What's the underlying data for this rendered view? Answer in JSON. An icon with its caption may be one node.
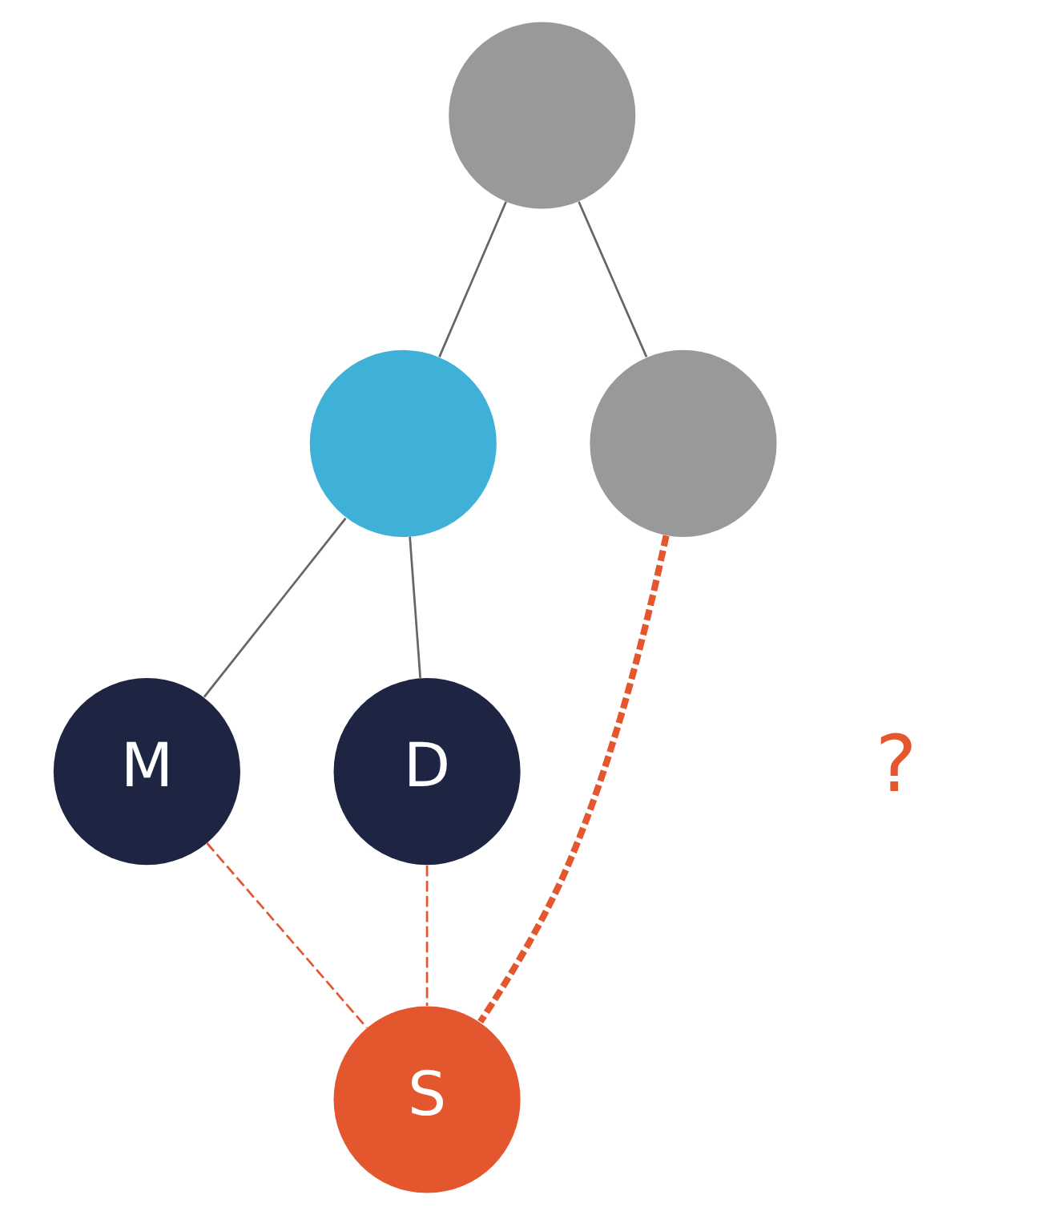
{
  "diagram": {
    "nodes": [
      {
        "text": [],
        "shape": "circle"
      },
      {
        "text": [],
        "shape": "circle"
      },
      {
        "text": [],
        "shape": "circle"
      },
      {
        "text": [
          "M"
        ]
      },
      {
        "text": [
          "D"
        ]
      },
      {
        "text": [
          "S"
        ]
      }
    ],
    "edges": [
      {
        "from": 0,
        "to": 1,
        "arrow": "none"
      },
      {
        "from": 0,
        "to": 2,
        "arrow": "none"
      },
      {
        "from": 1,
        "to": 3,
        "arrow": "none"
      },
      {
        "from": 1,
        "to": 4,
        "arrow": "none"
      },
      {
        "from": 3,
        "to": 5,
        "arrow": "none",
        "style": "dashed",
        "color": "#e4572e"
      },
      {
        "from": 4,
        "to": 5,
        "arrow": "none",
        "style": "dashed",
        "color": "#e4572e"
      },
      {
        "from": 2,
        "to": 5,
        "arrow": "none",
        "style": "dashed",
        "color": "#e4572e"
      }
    ],
    "labels": [
      "?"
    ]
  }
}
